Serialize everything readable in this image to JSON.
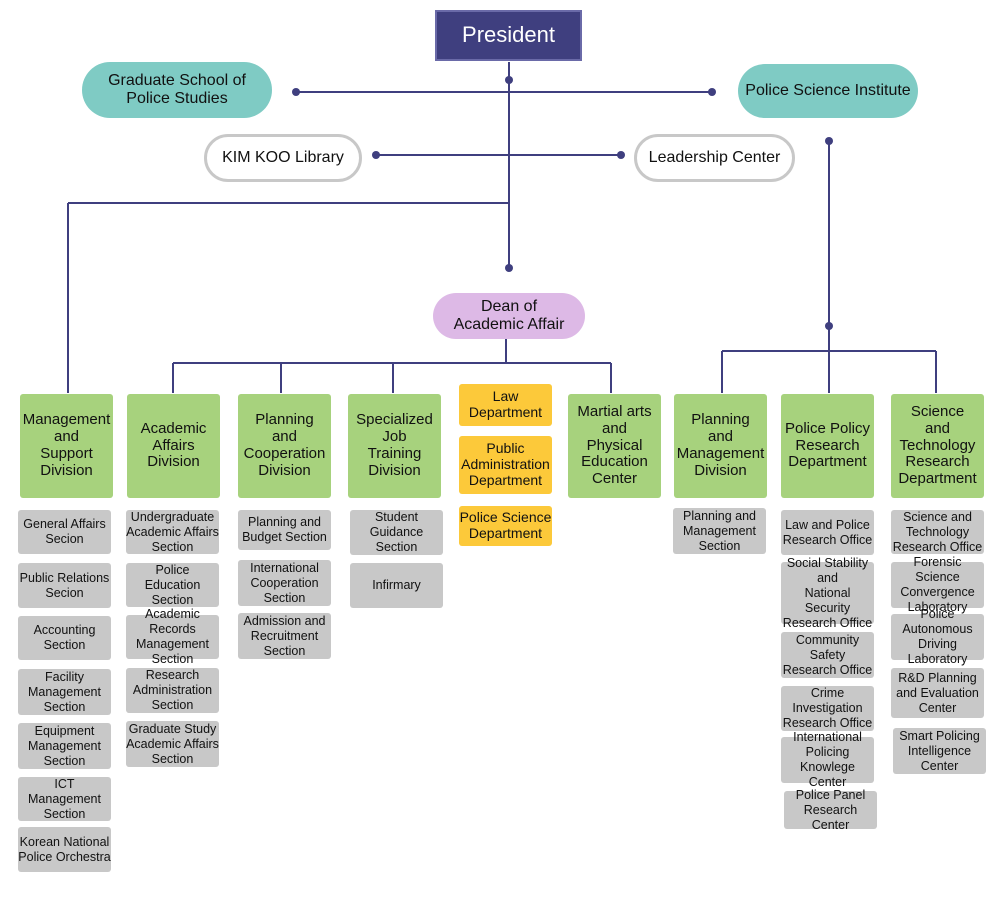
{
  "president": "President",
  "graduate_school": "Graduate School of\nPolice Studies",
  "police_science_institute": "Police Science Institute",
  "kim_koo_library": "KIM KOO Library",
  "leadership_center": "Leadership Center",
  "dean": "Dean of\nAcademic Affair",
  "colors": {
    "president": "#3f3f7f",
    "teal": "#7fcbc4",
    "dean": "#ddb9e6",
    "division": "#a7d27d",
    "department": "#fcc93a",
    "section": "#c8c8c8",
    "line": "#3f3f7f"
  },
  "columns": [
    {
      "title": "Management\nand\nSupport\nDivision",
      "items": [
        "General Affairs\nSecion",
        "Public Relations\nSecion",
        "Accounting\nSection",
        "Facility\nManagement\nSection",
        "Equipment\nManagement\nSection",
        "ICT Management\nSection",
        "Korean National\nPolice Orchestra"
      ]
    },
    {
      "title": "Academic\nAffairs\nDivision",
      "items": [
        "Undergraduate\nAcademic Affairs\nSection",
        "Police Education\nSection",
        "Academic Records\nManagement\nSection",
        "Research\nAdministration\nSection",
        "Graduate Study\nAcademic Affairs\nSection"
      ]
    },
    {
      "title": "Planning\nand\nCooperation\nDivision",
      "items": [
        "Planning and\nBudget Section",
        "International\nCooperation\nSection",
        "Admission and\nRecruitment\nSection"
      ]
    },
    {
      "title": "Specialized\nJob\nTraining\nDivision",
      "items": [
        "Student\nGuidance\nSection",
        "Infirmary"
      ]
    },
    {
      "title": "",
      "items": [
        "Law\nDepartment",
        "Public\nAdministration\nDepartment",
        "Police Science\nDepartment"
      ]
    },
    {
      "title": "Martial arts\nand\nPhysical\nEducation\nCenter",
      "items": []
    },
    {
      "title": "Planning\nand\nManagement\nDivision",
      "items": [
        "Planning and\nManagement\nSection"
      ]
    },
    {
      "title": "Police Policy\nResearch\nDepartment",
      "items": [
        "Law and Police\nResearch Office",
        "Social Stability\nand\nNational Security\nResearch Office",
        "Community\nSafety\nResearch Office",
        "Crime\nInvestigation\nResearch Office",
        "International\nPolicing\nKnowlege Center",
        "Police Panel\nResearch Center"
      ]
    },
    {
      "title": "Science\nand\nTechnology\nResearch\nDepartment",
      "items": [
        "Science and\nTechnology\nResearch Office",
        "Forensic Science\nConvergence\nLaboratory",
        "Police\nAutonomous\nDriving Laboratory",
        "R&D Planning\nand Evaluation\nCenter",
        "Smart Policing\nIntelligence\nCenter"
      ]
    }
  ]
}
